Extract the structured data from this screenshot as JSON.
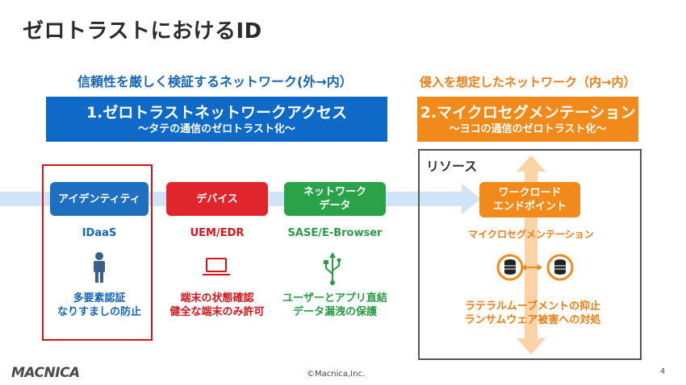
{
  "title": "ゼロトラストにおけるID",
  "left_subtitle": "信頼性を厳しく検証するネットワーク(外→内）",
  "right_subtitle": "侵入を想定したネットワーク（内→内）",
  "banner_left": {
    "heading": "1.ゼロトラストネットワークアクセス",
    "sub": "～タテの通信のゼロトラスト化～"
  },
  "banner_right": {
    "heading": "2.マイクロセグメンテーション",
    "sub": "～ヨコの通信のゼロトラスト化～"
  },
  "resource_label": "リソース",
  "identity": {
    "pill": "アイデンティティ",
    "label": "IDaaS",
    "desc1": "多要素認証",
    "desc2": "なりすましの防止",
    "icon": "person-icon"
  },
  "device": {
    "pill": "デバイス",
    "label": "UEM/EDR",
    "desc1": "端末の状態確認",
    "desc2": "健全な端末のみ許可",
    "icon": "laptop-icon"
  },
  "network": {
    "pill1": "ネットワーク",
    "pill2": "データ",
    "label": "SASE/E-Browser",
    "desc1": "ユーザーとアプリ直結",
    "desc2": "データ漏洩の保護",
    "icon": "usb-icon"
  },
  "workload": {
    "pill1": "ワークロード",
    "pill2": "エンドポイント",
    "label": "マイクロセグメンテーション",
    "desc1": "ラテラルムーブメントの抑止",
    "desc2": "ランサムウェア被害への対処",
    "icon": "database-icon"
  },
  "brand": "MACNICA",
  "copyright": "©Macnica,Inc.",
  "page_number": "4",
  "colors": {
    "blue": "#0e6ac6",
    "orange": "#f18a1b",
    "red": "#e0262c",
    "green": "#2aa348",
    "arrow": "#cfe4f7"
  }
}
